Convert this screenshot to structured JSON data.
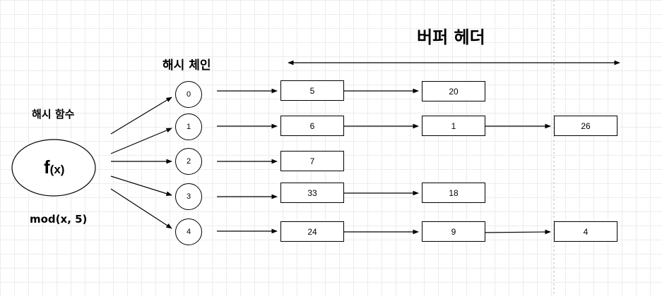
{
  "labels": {
    "buffer_header": "버퍼 헤더",
    "hash_chain": "해시 체인",
    "hash_function": "해시 함수",
    "function_main": "f",
    "function_sub": "(x)",
    "function_expr": "mod(x, 5)"
  },
  "buckets": [
    "0",
    "1",
    "2",
    "3",
    "4"
  ],
  "chains": [
    [
      "5",
      "20"
    ],
    [
      "6",
      "1",
      "26"
    ],
    [
      "7"
    ],
    [
      "33",
      "18"
    ],
    [
      "24",
      "9",
      "4"
    ]
  ]
}
